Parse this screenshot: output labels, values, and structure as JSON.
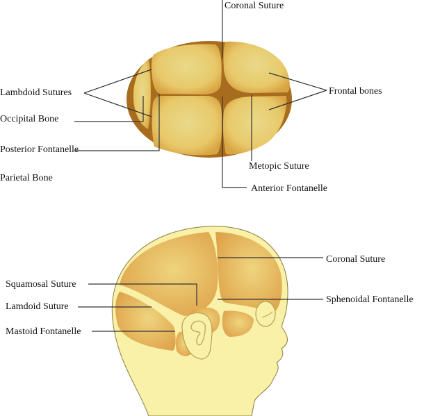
{
  "colors": {
    "suture": "#a86c1e",
    "bone": "#e8c96a",
    "skin": "#f9f1a7"
  },
  "top_view": {
    "labels": {
      "coronal_suture": "Coronal Suture",
      "lambdoid_sutures": "Lambdoid Sutures",
      "occipital_bone": "Occipital Bone",
      "posterior_fontanelle": "Posterior Fontanelle",
      "parietal_bone": "Parietal Bone",
      "frontal_bones": "Frontal bones",
      "metopic_suture": "Metopic Suture",
      "anterior_fontanelle": "Anterior Fontanelle"
    }
  },
  "side_view": {
    "labels": {
      "squamosal_suture": "Squamosal Suture",
      "lamdoid_suture": "Lamdoid Suture",
      "mastoid_fontanelle": "Mastoid Fontanelle",
      "coronal_suture": "Coronal Suture",
      "sphenoidal_fontanelle": "Sphenoidal Fontanelle"
    }
  }
}
